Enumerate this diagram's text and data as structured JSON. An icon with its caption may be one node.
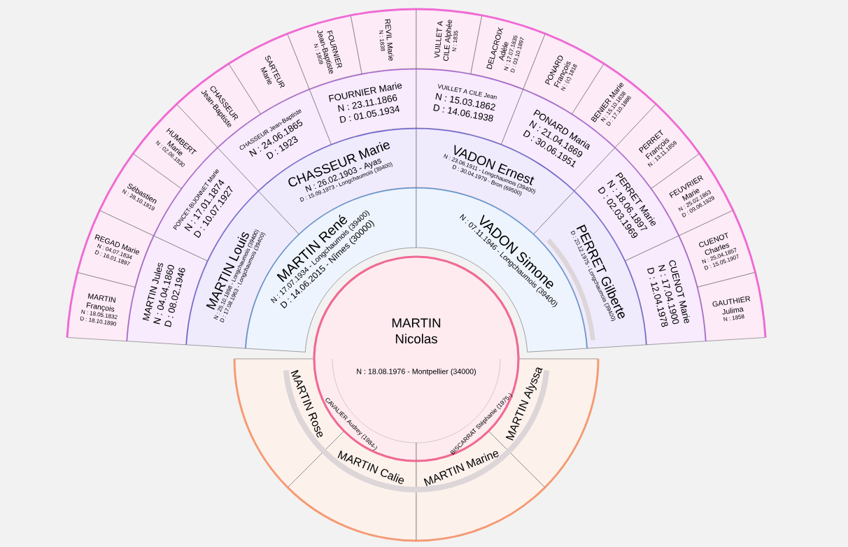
{
  "diagram": {
    "nodes": [
      {
        "text": [
          "MARTIN Nicolas",
          "N : 18.08.1976 - Montpellier (34000)"
        ]
      },
      {
        "text": [
          "MARTIN René",
          "N : 17.07.1934 - Longchaumois (39400)",
          "D : 14.06.2015 - Nîmes (30000)"
        ]
      },
      {
        "text": [
          "VADON Simone",
          "N : 07.11.1946 - Longchaumois (39400)"
        ]
      },
      {
        "text": [
          "MARTIN Louis",
          "N : 25.10.1898 - Longchaumois (39400)",
          "D : 17.08.1963 - Longchaumois (39400)"
        ]
      },
      {
        "text": [
          "CHASSEUR Marie",
          "N : 26.02.1903 - Ayas",
          "D : 15.09.1973 - Longchaumois (39400)"
        ]
      },
      {
        "text": [
          "VADON Ernest",
          "N : 23.06.1911 - Longchaumois (39400)",
          "D : 30.04.1979 - Bron (69500)"
        ]
      },
      {
        "text": [
          "PERRET Gilberte",
          "D : 20.12.1975 - Longchaumois (39400)"
        ]
      },
      {
        "text": [
          "MARTIN Jules",
          "N : 04.04.1860",
          "D : 08.02.1946"
        ]
      },
      {
        "text": [
          "PONCET-BIJONNET Marie",
          "N : 17.01.1874",
          "D : 10.07.1927"
        ]
      },
      {
        "text": [
          "CHASSEUR Jean-Baptiste",
          "N : 24.06.1865",
          "D : 1923"
        ]
      },
      {
        "text": [
          "FOURNIER Marie",
          "N : 23.11.1866",
          "D : 01.05.1934"
        ]
      },
      {
        "text": [
          "VUILLET A CILE Jean",
          "N : 15.03.1862",
          "D : 14.06.1938"
        ]
      },
      {
        "text": [
          "PONARD Maria",
          "N : 21.04.1869",
          "D : 30.06.1951"
        ]
      },
      {
        "text": [
          "PERRET Marie",
          "N : 18.06.1897",
          "D : 02.03.1969"
        ]
      },
      {
        "text": [
          "CUENOT Marie",
          "N : 17.04.1900",
          "D : 12.04.1978"
        ]
      },
      {
        "text": [
          "MARTIN François",
          "N : 18.05.1832",
          "D : 18.10.1890"
        ]
      },
      {
        "text": [
          "REGAD Marie",
          "N : 04.07.1834",
          "D : 16.01.1897"
        ]
      },
      {
        "text": [
          "Sébastien",
          "N : 28.10.1819"
        ]
      },
      {
        "text": [
          "HUMBERT Marie",
          "N : 02.06.1830"
        ]
      },
      {
        "text": [
          "CHASSEUR Jean-Baptiste"
        ]
      },
      {
        "text": [
          "SARTEUR Marie"
        ]
      },
      {
        "text": [
          "FOURNIER Jean-Baptiste",
          "N : 1809"
        ]
      },
      {
        "text": [
          "REVIL Marie",
          "N : 1838"
        ]
      },
      {
        "text": [
          "VUILLET A CILE Alphée",
          "N : 1835"
        ]
      },
      {
        "text": [
          "DELACROIX Adèle",
          "N : 17.07.1835",
          "D : 03.10.1897"
        ]
      },
      {
        "text": [
          "PONARD François",
          "N : (c) 1818"
        ]
      },
      {
        "text": [
          "BENIER Marie",
          "N : 15.10.1838",
          "D : 17.10.1886"
        ]
      },
      {
        "text": [
          "PERRET François",
          "N : 13.11.1859"
        ]
      },
      {
        "text": [
          "FEUVRIER Marie",
          "N : 25.02.1863",
          "D : 09.06.1929"
        ]
      },
      {
        "text": [
          "CUENOT Charles",
          "N : 25.04.1857",
          "D : 15.05.1907"
        ]
      },
      {
        "text": [
          "GAUTHIER Julima",
          "N : 1858"
        ]
      },
      {
        "text": [
          "CAVALIER Audrey (1984-)"
        ],
        "in": 0
      },
      {
        "text": [
          "BISCARRAT Stéphanie (1975-)"
        ],
        "in": 0
      },
      {
        "text": [
          "MARTIN Rose"
        ]
      },
      {
        "text": [
          "MARTIN Calie"
        ]
      },
      {
        "text": [
          "MARTIN Marine"
        ]
      },
      {
        "text": [
          "MARTIN Alyssa"
        ]
      }
    ]
  }
}
